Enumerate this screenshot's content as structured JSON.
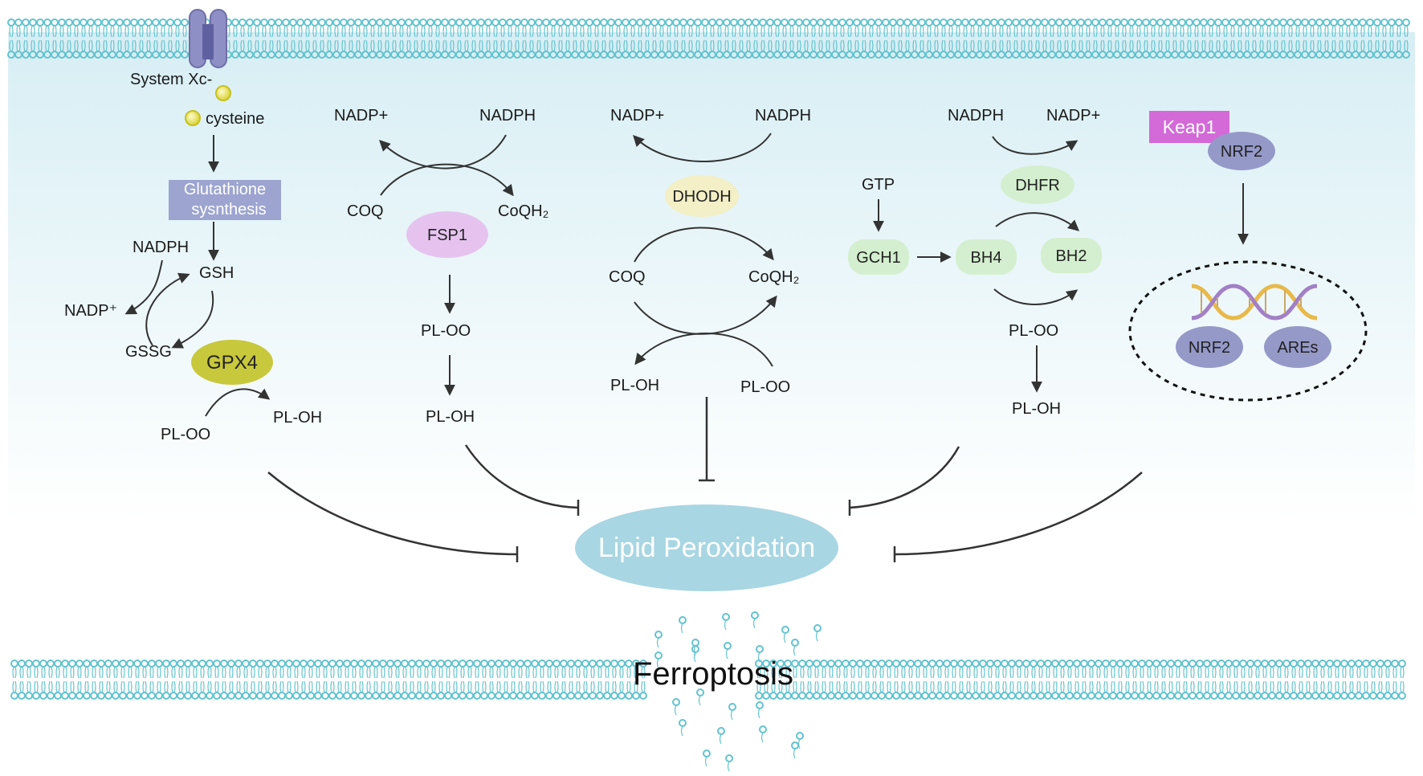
{
  "colors": {
    "membrane": "#63c3cf",
    "background_top": "#d7eef4",
    "background_bottom": "#ffffff",
    "lipid_peroxidation": "#a8d6e3",
    "gpx4": "#c8c83c",
    "fsp1": "#e6c3ee",
    "dhodh": "#f3efc6",
    "gch1_dhfr_bh": "#d4efcf",
    "keap1": "#d36ad8",
    "nrf2": "#9499c8",
    "glutathione_box": "#9ca4cf",
    "cysteine": "#d9d435",
    "arrow": "#333333"
  },
  "labels": {
    "system_xc": "System Xc-",
    "cysteine": "cysteine",
    "glutathione_line1": "Glutathione",
    "glutathione_line2": "sysnthesis",
    "gpx4": "GPX4",
    "nadph_gsh": "NADPH",
    "nadp_gsh": "NADP⁺",
    "gsh": "GSH",
    "gssg": "GSSG",
    "pl_oo_1": "PL-OO",
    "pl_oh_1": "PL-OH",
    "fsp1_nadp": "NADP+",
    "fsp1_nadph": "NADPH",
    "fsp1_coq": "COQ",
    "fsp1_coqh2": "CoQH₂",
    "fsp1": "FSP1",
    "pl_oo_2": "PL-OO",
    "pl_oh_2": "PL-OH",
    "dhodh_nadp": "NADP+",
    "dhodh_nadph": "NADPH",
    "dhodh": "DHODH",
    "dhodh_coq": "COQ",
    "dhodh_coqh2": "CoQH₂",
    "pl_oh_3": "PL-OH",
    "pl_oo_3": "PL-OO",
    "gtp": "GTP",
    "gch1": "GCH1",
    "bh4": "BH4",
    "bh2": "BH2",
    "dhfr_nadph": "NADPH",
    "dhfr_nadp": "NADP+",
    "dhfr": "DHFR",
    "pl_oo_4": "PL-OO",
    "pl_oh_4": "PL-OH",
    "keap1": "Keap1",
    "nrf2_top": "NRF2",
    "nrf2_nucleus": "NRF2",
    "ares": "AREs",
    "lipid_peroxidation": "Lipid Peroxidation",
    "ferroptosis": "Ferroptosis"
  }
}
